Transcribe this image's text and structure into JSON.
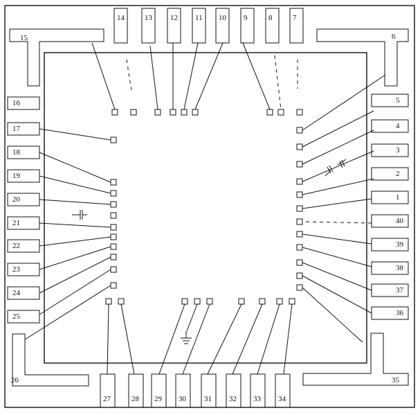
{
  "diagram": {
    "top_pins": [
      "14",
      "13",
      "12",
      "11",
      "10",
      "9",
      "8",
      "7"
    ],
    "right_pins": [
      "5",
      "4",
      "3",
      "2",
      "1",
      "40",
      "39",
      "38",
      "37",
      "36"
    ],
    "left_pins": [
      "16",
      "17",
      "18",
      "19",
      "20",
      "21",
      "22",
      "23",
      "24",
      "25"
    ],
    "bottom_pins": [
      "27",
      "28",
      "29",
      "30",
      "31",
      "32",
      "33",
      "34"
    ],
    "corner_pins": {
      "top_left": "15",
      "top_right": "6",
      "bottom_left": "26",
      "bottom_right": "35"
    },
    "colors": {
      "line": "#111111",
      "background": "#ffffff"
    }
  }
}
